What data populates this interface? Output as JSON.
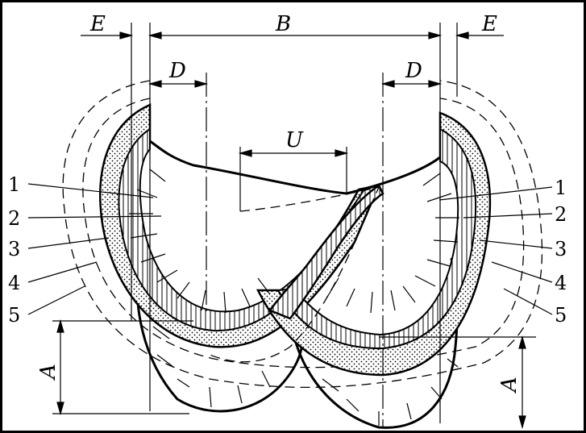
{
  "dimensions": {
    "e_left": "E",
    "b": "B",
    "e_right": "E",
    "d_left": "D",
    "d_right": "D",
    "u": "U",
    "a_left": "A",
    "a_right": "A"
  },
  "left_labels": [
    "1",
    "2",
    "3",
    "4",
    "5"
  ],
  "right_labels": [
    "1",
    "2",
    "3",
    "4",
    "5"
  ]
}
